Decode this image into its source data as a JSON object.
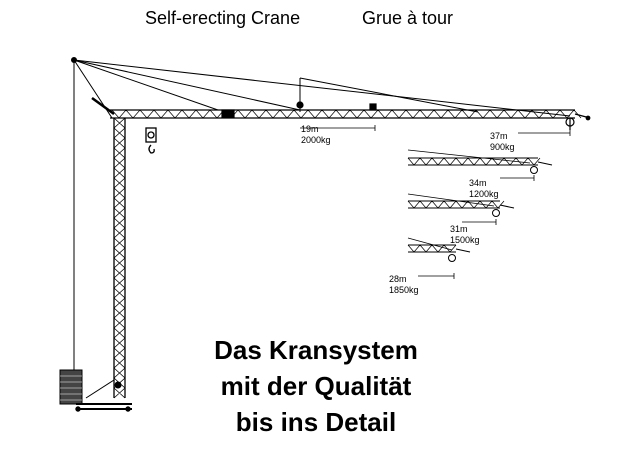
{
  "header": {
    "title_en": "Self-erecting Crane",
    "title_fr": "Grue à tour"
  },
  "specs": [
    {
      "radius": "19m",
      "load": "2000kg"
    },
    {
      "radius": "37m",
      "load": "900kg"
    },
    {
      "radius": "34m",
      "load": "1200kg"
    },
    {
      "radius": "31m",
      "load": "1500kg"
    },
    {
      "radius": "28m",
      "load": "1850kg"
    }
  ],
  "slogan": {
    "line1": "Das Kransystem",
    "line2": "mit der Qualität",
    "line3": "bis ins Detail"
  }
}
